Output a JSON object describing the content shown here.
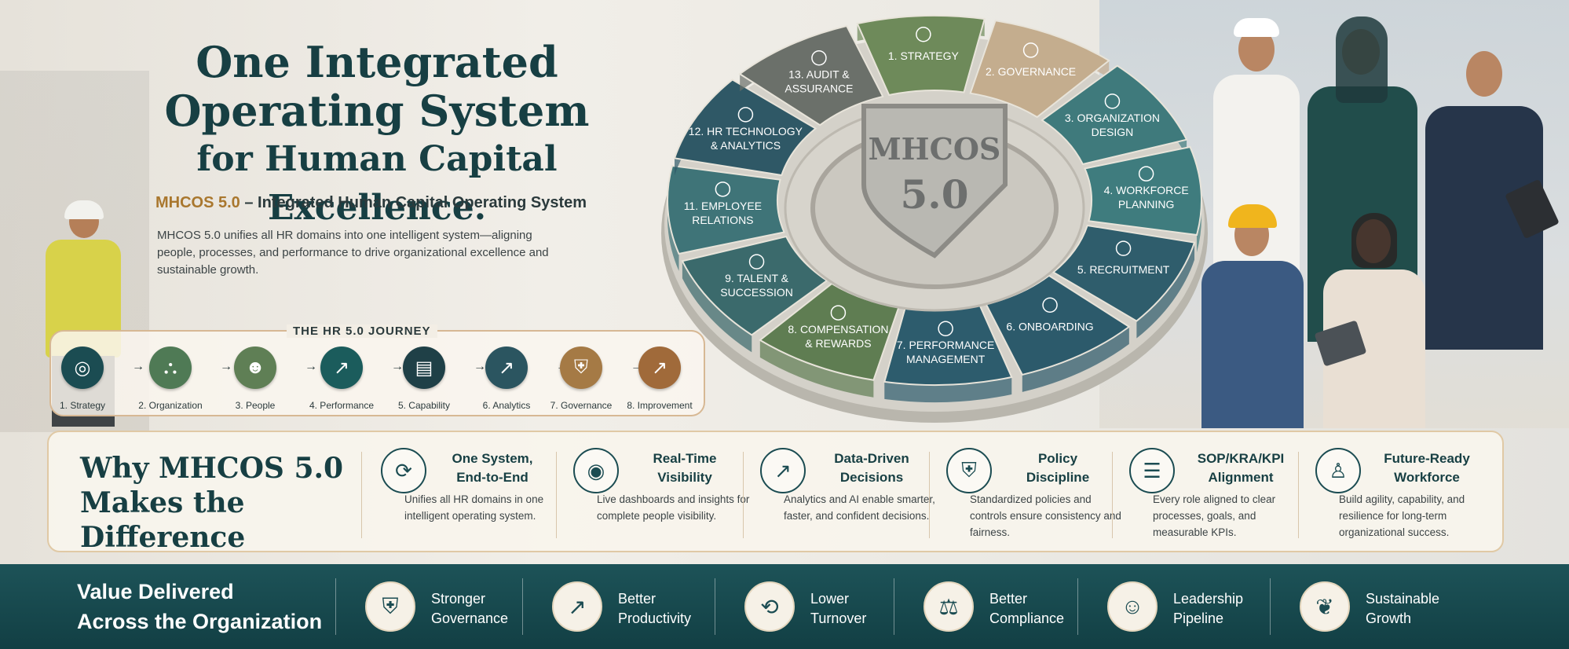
{
  "hero": {
    "title_line1": "One Integrated",
    "title_line2": "Operating System",
    "title_line3": "for Human Capital Excellence.",
    "subtitle_accent": "MHCOS 5.0",
    "subtitle_rest": " – Integrated Human Capital Operating System",
    "description": "MHCOS 5.0 unifies all HR domains into one intelligent system—aligning people, processes, and performance to drive organizational excellence and sustainable growth."
  },
  "journey": {
    "title": "THE HR 5.0 JOURNEY",
    "steps": [
      {
        "label": "1. Strategy",
        "icon": "target-icon",
        "glyph": "◎",
        "color": "#1b4c52"
      },
      {
        "label": "2. Organization",
        "icon": "org-chart-icon",
        "glyph": "⛬",
        "color": "#4f7a55"
      },
      {
        "label": "3. People",
        "icon": "people-icon",
        "glyph": "☻",
        "color": "#5f7f55"
      },
      {
        "label": "4. Performance",
        "icon": "chart-up-icon",
        "glyph": "↗",
        "color": "#1b5c5c"
      },
      {
        "label": "5. Capability",
        "icon": "book-icon",
        "glyph": "▤",
        "color": "#1f4047"
      },
      {
        "label": "6. Analytics",
        "icon": "analytics-icon",
        "glyph": "↗",
        "color": "#2b5560"
      },
      {
        "label": "7. Governance",
        "icon": "shield-icon",
        "glyph": "⛨",
        "color": "#a57a45"
      },
      {
        "label": "8. Improvement",
        "icon": "growth-icon",
        "glyph": "↗",
        "color": "#a06a3a"
      }
    ]
  },
  "wheel": {
    "center_line1": "MHCOS",
    "center_line2": "5.0",
    "segments": [
      {
        "line1": "1. STRATEGY",
        "line2": "",
        "color": "#6e8a5a"
      },
      {
        "line1": "2. GOVERNANCE",
        "line2": "",
        "color": "#c4ad8e"
      },
      {
        "line1": "3. ORGANIZATION",
        "line2": "DESIGN",
        "color": "#3f7a7c"
      },
      {
        "line1": "4. WORKFORCE",
        "line2": "PLANNING",
        "color": "#3f7c7e"
      },
      {
        "line1": "5. RECRUITMENT",
        "line2": "",
        "color": "#2f5d6c"
      },
      {
        "line1": "6. ONBOARDING",
        "line2": "",
        "color": "#2c5a6b"
      },
      {
        "line1": "7. PERFORMANCE",
        "line2": "MANAGEMENT",
        "color": "#2d5c6d"
      },
      {
        "line1": "8. COMPENSATION",
        "line2": "& REWARDS",
        "color": "#5f7d52"
      },
      {
        "line1": "9. TALENT &",
        "line2": "SUCCESSION",
        "color": "#3b6a6c"
      },
      {
        "line1": "11. EMPLOYEE",
        "line2": "RELATIONS",
        "color": "#3f7478"
      },
      {
        "line1": "12. HR TECHNOLOGY",
        "line2": "& ANALYTICS",
        "color": "#2f5866"
      },
      {
        "line1": "13. AUDIT &",
        "line2": "ASSURANCE",
        "color": "#6b706a"
      }
    ]
  },
  "why": {
    "title_line1": "Why MHCOS 5.0",
    "title_line2": "Makes the Difference",
    "items": [
      {
        "head1": "One System,",
        "head2": "End-to-End",
        "text": "Unifies all HR domains in one intelligent operating system.",
        "icon": "sync-icon",
        "glyph": "⟳"
      },
      {
        "head1": "Real-Time",
        "head2": "Visibility",
        "text": "Live dashboards and insights for complete people visibility.",
        "icon": "eye-icon",
        "glyph": "◉"
      },
      {
        "head1": "Data-Driven",
        "head2": "Decisions",
        "text": "Analytics and AI enable smarter, faster, and confident decisions.",
        "icon": "analytics-icon",
        "glyph": "↗"
      },
      {
        "head1": "Policy",
        "head2": "Discipline",
        "text": "Standardized policies and controls ensure consistency and fairness.",
        "icon": "shield-check-icon",
        "glyph": "⛨"
      },
      {
        "head1": "SOP/KRA/KPI",
        "head2": "Alignment",
        "text": "Every role aligned to clear processes, goals, and measurable KPIs.",
        "icon": "clipboard-icon",
        "glyph": "☰"
      },
      {
        "head1": "Future-Ready",
        "head2": "Workforce",
        "text": "Build agility, capability, and resilience for long-term organizational success.",
        "icon": "person-growth-icon",
        "glyph": "♙"
      }
    ]
  },
  "value": {
    "title_line1": "Value Delivered",
    "title_line2": "Across the Organization",
    "items": [
      {
        "line1": "Stronger",
        "line2": "Governance",
        "icon": "shield-icon",
        "glyph": "⛨"
      },
      {
        "line1": "Better",
        "line2": "Productivity",
        "icon": "chart-up-icon",
        "glyph": "↗"
      },
      {
        "line1": "Lower",
        "line2": "Turnover",
        "icon": "retention-icon",
        "glyph": "⟲"
      },
      {
        "line1": "Better",
        "line2": "Compliance",
        "icon": "scales-icon",
        "glyph": "⚖"
      },
      {
        "line1": "Leadership",
        "line2": "Pipeline",
        "icon": "team-icon",
        "glyph": "☺"
      },
      {
        "line1": "Sustainable",
        "line2": "Growth",
        "icon": "leaf-icon",
        "glyph": "❦"
      }
    ]
  }
}
